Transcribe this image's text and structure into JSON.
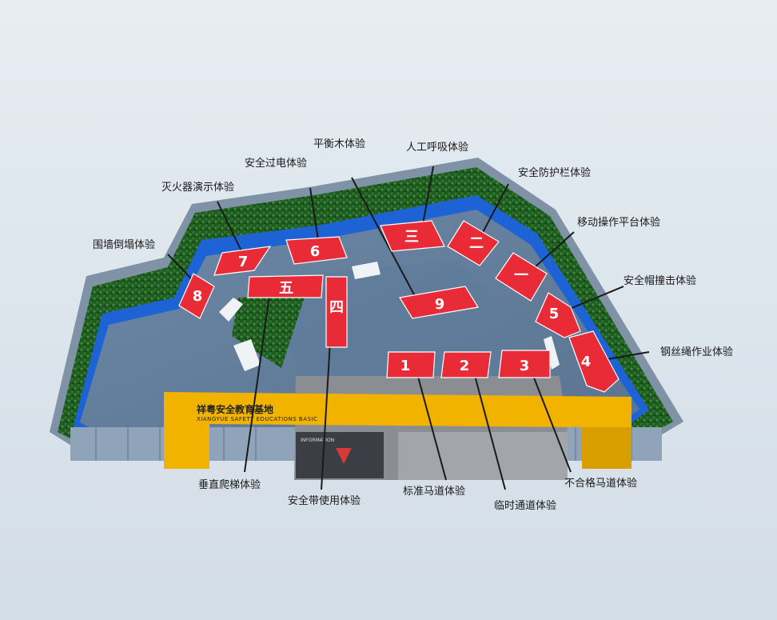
{
  "sign": {
    "title": "祥粤安全教育基地",
    "subtitle": "XIANGYUE SAFETY EDUCATIONS BASIC"
  },
  "info_panel": "INFORMATION",
  "stations": [
    {
      "id": "s8",
      "label": "8"
    },
    {
      "id": "s7",
      "label": "7"
    },
    {
      "id": "s6",
      "label": "6"
    },
    {
      "id": "s3cn",
      "label": "三"
    },
    {
      "id": "s2cn",
      "label": "二"
    },
    {
      "id": "s1cn",
      "label": "一"
    },
    {
      "id": "s5cn",
      "label": "五"
    },
    {
      "id": "s4cn",
      "label": "四"
    },
    {
      "id": "s9",
      "label": "9"
    },
    {
      "id": "s5",
      "label": "5"
    },
    {
      "id": "s4",
      "label": "4"
    },
    {
      "id": "s1",
      "label": "1"
    },
    {
      "id": "s2",
      "label": "2"
    },
    {
      "id": "s3",
      "label": "3"
    }
  ],
  "callouts": {
    "balance_beam": "平衡木体验",
    "breathing": "人工呼吸体验",
    "electric_shock": "安全过电体验",
    "fire_extinguisher": "灭火器演示体验",
    "guardrail": "安全防护栏体验",
    "mobile_platform": "移动操作平台体验",
    "wall_collapse": "围墙倒塌体验",
    "helmet_impact": "安全帽撞击体验",
    "wire_rope": "钢丝绳作业体验",
    "vertical_ladder": "垂直爬梯体验",
    "safety_belt": "安全带使用体验",
    "standard_walkway": "标准马道体验",
    "temporary_passage": "临时通道体验",
    "unqualified_walkway": "不合格马道体验"
  }
}
